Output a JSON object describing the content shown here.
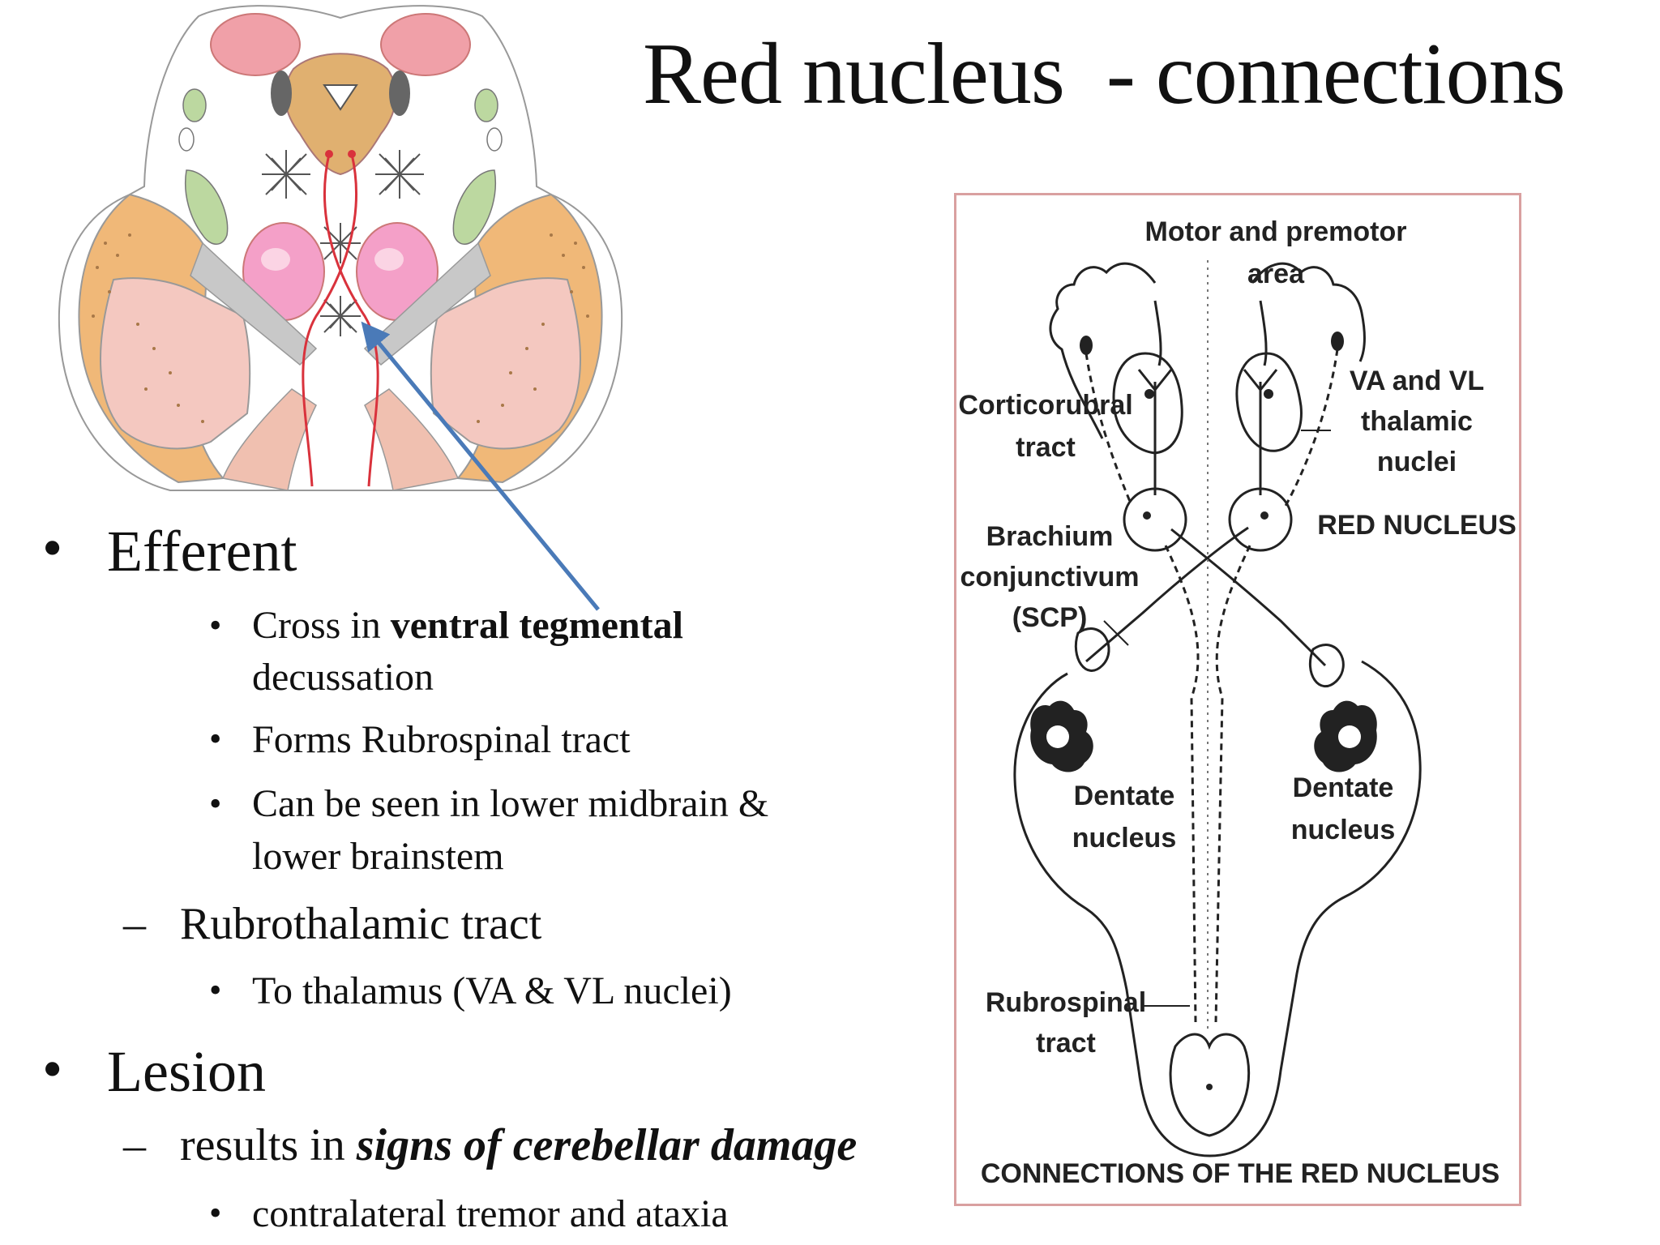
{
  "title": "Red nucleus  - connections",
  "bullets": {
    "efferent": "Efferent",
    "cross_pre": "Cross in ",
    "cross_bold": "ventral tegmental",
    "cross_line2": "decussation",
    "forms": "Forms Rubrospinal tract",
    "seen_line1": "Can be seen in lower midbrain &",
    "seen_line2": "lower  brainstem",
    "rubrothalamic": "Rubrothalamic tract",
    "to_thalamus": "To thalamus (VA & VL nuclei)",
    "lesion": "Lesion",
    "results_pre": "results in ",
    "results_bold": "signs of cerebellar damage",
    "contralateral": "contralateral tremor and ataxia"
  },
  "markers": {
    "bullet": "•",
    "dash": "–"
  },
  "figure": {
    "motor_line1": "Motor and premotor",
    "motor_line2": "area",
    "cortico_line1": "Corticorubral",
    "cortico_line2": "tract",
    "va_line1": "VA and VL",
    "va_line2": "thalamic",
    "va_line3": "nuclei",
    "red_nucleus": "RED NUCLEUS",
    "brachium_line1": "Brachium",
    "brachium_line2": "conjunctivum",
    "brachium_line3": "(SCP)",
    "dentate_left_line1": "Dentate",
    "dentate_left_line2": "nucleus",
    "dentate_right_line1": "Dentate",
    "dentate_right_line2": "nucleus",
    "rubrospinal_line1": "Rubrospinal",
    "rubrospinal_line2": "tract",
    "caption": "CONNECTIONS OF THE RED NUCLEUS"
  },
  "colors": {
    "arrow": "#4a7ab8",
    "tract_red": "#d9323c",
    "red_nucleus_pink": "#f2a0c0",
    "tegmentum_orange": "#e8b070",
    "crus_pink": "#f2c0b0",
    "nuclei_green": "#bcd8a0",
    "figure_border": "#d9a0a0"
  }
}
